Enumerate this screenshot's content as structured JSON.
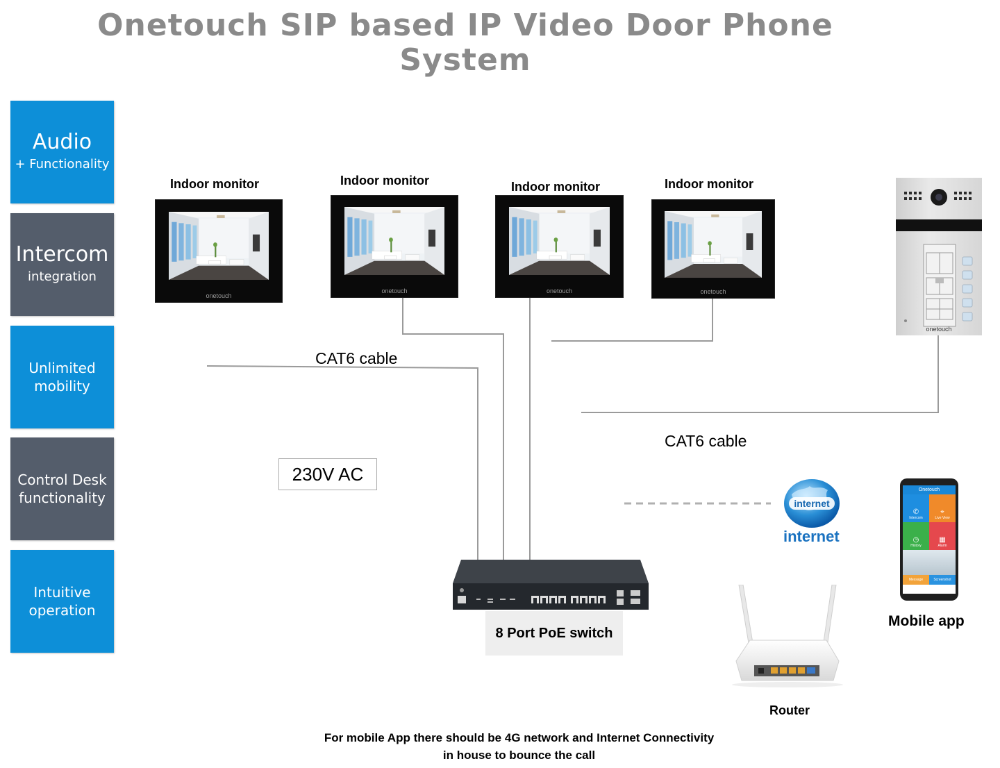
{
  "title_line1": "Onetouch SIP based IP Video Door Phone",
  "title_line2": "System",
  "features": [
    {
      "main": "Audio",
      "sub": "+ Functionality"
    },
    {
      "main": "Intercom",
      "sub": "integration"
    },
    {
      "main": "Unlimited",
      "sub": "mobility"
    },
    {
      "main": "Control Desk",
      "sub": "functionality"
    },
    {
      "main": "Intuitive",
      "sub": "operation"
    }
  ],
  "monitors": [
    {
      "label": "Indoor monitor",
      "brand": "onetouch"
    },
    {
      "label": "Indoor monitor",
      "brand": "onetouch"
    },
    {
      "label": "Indoor monitor",
      "brand": "onetouch"
    },
    {
      "label": "Indoor monitor",
      "brand": "onetouch"
    }
  ],
  "doorstation_brand": "onetouch",
  "cable_label_1": "CAT6 cable",
  "cable_label_2": "CAT6 cable",
  "power_label": "230V AC",
  "switch_label": "8 Port PoE switch",
  "internet_badge": "internet",
  "internet_label": "internet",
  "router_label": "Router",
  "mobile": {
    "label": "Mobile app",
    "app_title": "Onetouch",
    "tiles": [
      "Intercom",
      "Live View",
      "History",
      "Alarm"
    ],
    "bottom": [
      "Message",
      "Screenshot"
    ]
  },
  "note_line1": "For mobile App there should be 4G network and Internet Connectivity",
  "note_line2": "in house to bounce the call",
  "colors": {
    "blue_tile": "#0d8fd8",
    "grey_tile": "#545d6b",
    "title": "#8a8a8a",
    "line": "#9a9a9a"
  }
}
